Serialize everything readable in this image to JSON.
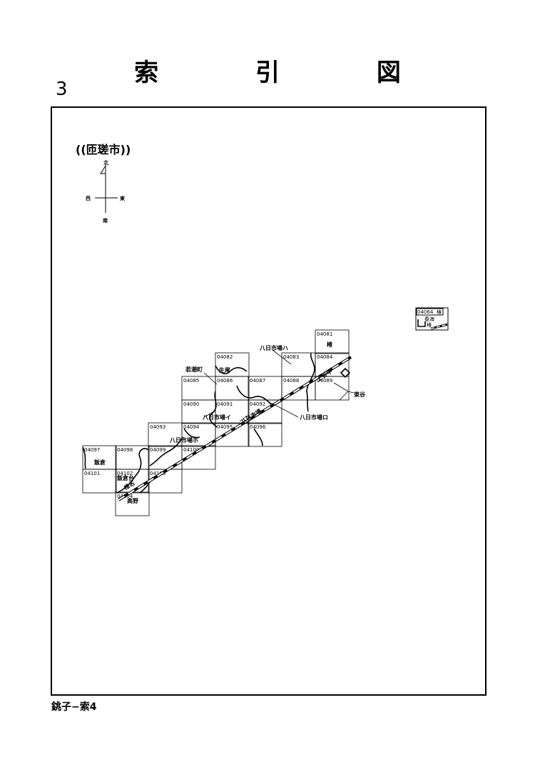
{
  "title": "索 引 図",
  "page_number": "3",
  "city": "((匝瑳市))",
  "footer": "銚子−索4",
  "compass": {
    "north": "北",
    "south": "南",
    "east": "東",
    "west": "西"
  },
  "sheets": [
    {
      "id": "04081"
    },
    {
      "id": "04082"
    },
    {
      "id": "04083"
    },
    {
      "id": "04084"
    },
    {
      "id": "04085"
    },
    {
      "id": "04086"
    },
    {
      "id": "04087"
    },
    {
      "id": "04088"
    },
    {
      "id": "04089"
    },
    {
      "id": "04090"
    },
    {
      "id": "04091"
    },
    {
      "id": "04092"
    },
    {
      "id": "04093"
    },
    {
      "id": "04094"
    },
    {
      "id": "04095"
    },
    {
      "id": "04096"
    },
    {
      "id": "04097"
    },
    {
      "id": "04098"
    },
    {
      "id": "04099"
    },
    {
      "id": "04100"
    },
    {
      "id": "04101"
    },
    {
      "id": "04102"
    },
    {
      "id": "04103"
    },
    {
      "id": "04104"
    }
  ],
  "inset_sheet": "04064",
  "inset_labels": [
    "椿",
    "春海",
    "椿"
  ],
  "places": {
    "tsubaki": "椿",
    "youkaichiba_ha": "八日市場ハ",
    "wakashio": "若潮町",
    "ikuo": "生尾",
    "kamiyago": "上谷中",
    "higashiya": "東谷",
    "youkaichiba_ro": "八日市場ロ",
    "youkaichiba_i": "八日市場イ",
    "youkaichiba_ho": "八日市場ホ",
    "youkaichiba_station": "八日市場",
    "iikura": "飯倉",
    "iikuradai": "飯倉台",
    "shiiwa": "椎名",
    "takano": "高野"
  }
}
